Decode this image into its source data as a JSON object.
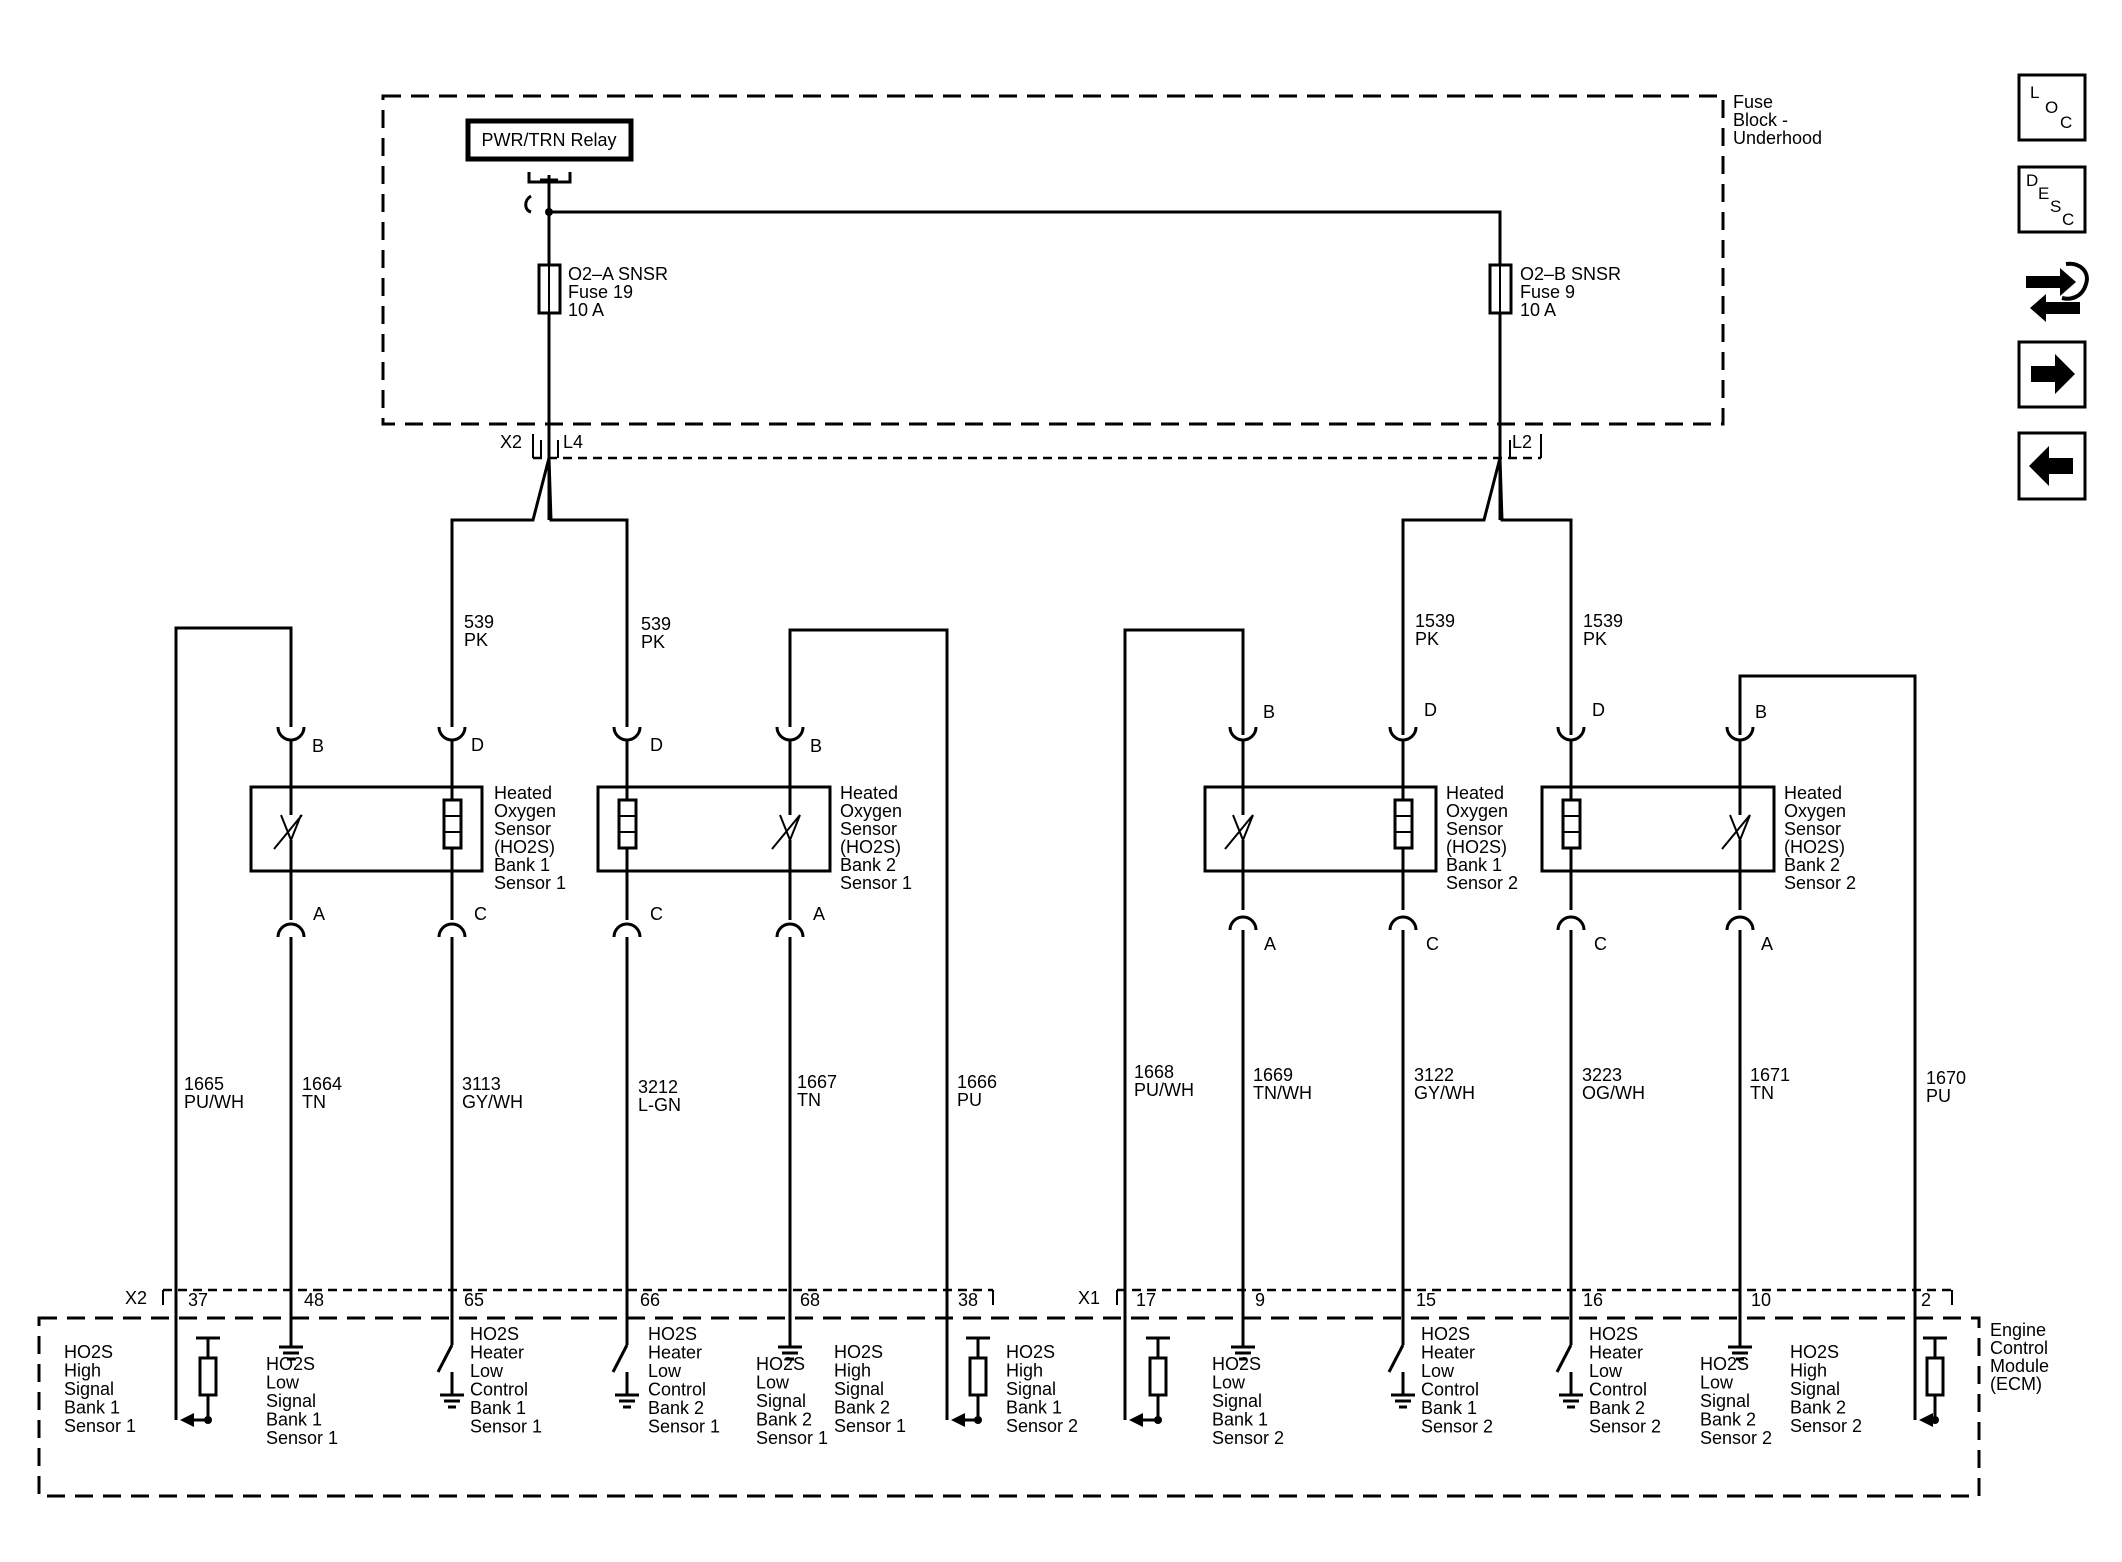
{
  "fuse_block": {
    "title_lines": [
      "Fuse",
      "Block -",
      "Underhood"
    ],
    "relay_label": "PWR/TRN Relay",
    "fuse_a": [
      "O2–A SNSR",
      "Fuse 19",
      "10 A"
    ],
    "fuse_b": [
      "O2–B SNSR",
      "Fuse 9",
      "10 A"
    ],
    "connector_x2": "X2",
    "pin_l4": "L4",
    "pin_l2": "L2"
  },
  "ecm": {
    "title_lines": [
      "Engine",
      "Control",
      "Module",
      "(ECM)"
    ],
    "connector_x2": "X2",
    "connector_x1": "X1",
    "pins": [
      "37",
      "48",
      "65",
      "66",
      "68",
      "38",
      "17",
      "9",
      "15",
      "16",
      "10",
      "2"
    ],
    "terminals": [
      [
        "HO2S",
        "High",
        "Signal",
        "Bank 1",
        "Sensor 1"
      ],
      [
        "HO2S",
        "Low",
        "Signal",
        "Bank 1",
        "Sensor 1"
      ],
      [
        "HO2S",
        "Heater",
        "Low",
        "Control",
        "Bank 1",
        "Sensor 1"
      ],
      [
        "HO2S",
        "Heater",
        "Low",
        "Control",
        "Bank 2",
        "Sensor 1"
      ],
      [
        "HO2S",
        "Low",
        "Signal",
        "Bank 2",
        "Sensor 1"
      ],
      [
        "HO2S",
        "High",
        "Signal",
        "Bank 2",
        "Sensor 1"
      ],
      [
        "HO2S",
        "High",
        "Signal",
        "Bank 1",
        "Sensor 2"
      ],
      [
        "HO2S",
        "Low",
        "Signal",
        "Bank 1",
        "Sensor 2"
      ],
      [
        "HO2S",
        "Heater",
        "Low",
        "Control",
        "Bank 1",
        "Sensor 2"
      ],
      [
        "HO2S",
        "Heater",
        "Low",
        "Control",
        "Bank 2",
        "Sensor 2"
      ],
      [
        "HO2S",
        "Low",
        "Signal",
        "Bank 2",
        "Sensor 2"
      ],
      [
        "HO2S",
        "High",
        "Signal",
        "Bank 2",
        "Sensor 2"
      ]
    ]
  },
  "sensors": [
    {
      "label": [
        "Heated",
        "Oxygen",
        "Sensor",
        "(HO2S)",
        "Bank 1",
        "Sensor 1"
      ],
      "pin_top_signal": "B",
      "pin_top_heater": "D",
      "pin_bottom_signal": "A",
      "pin_bottom_heater": "C"
    },
    {
      "label": [
        "Heated",
        "Oxygen",
        "Sensor",
        "(HO2S)",
        "Bank 2",
        "Sensor 1"
      ],
      "pin_top_signal": "B",
      "pin_top_heater": "D",
      "pin_bottom_signal": "A",
      "pin_bottom_heater": "C"
    },
    {
      "label": [
        "Heated",
        "Oxygen",
        "Sensor",
        "(HO2S)",
        "Bank 1",
        "Sensor 2"
      ],
      "pin_top_signal": "B",
      "pin_top_heater": "D",
      "pin_bottom_signal": "A",
      "pin_bottom_heater": "C"
    },
    {
      "label": [
        "Heated",
        "Oxygen",
        "Sensor",
        "(HO2S)",
        "Bank 2",
        "Sensor 2"
      ],
      "pin_top_signal": "B",
      "pin_top_heater": "D",
      "pin_bottom_signal": "A",
      "pin_bottom_heater": "C"
    }
  ],
  "wires": {
    "supply": [
      [
        "539",
        "PK"
      ],
      [
        "539",
        "PK"
      ],
      [
        "1539",
        "PK"
      ],
      [
        "1539",
        "PK"
      ]
    ],
    "ecm_side": [
      [
        "1665",
        "PU/WH"
      ],
      [
        "1664",
        "TN"
      ],
      [
        "3113",
        "GY/WH"
      ],
      [
        "3212",
        "L-GN"
      ],
      [
        "1667",
        "TN"
      ],
      [
        "1666",
        "PU"
      ],
      [
        "1668",
        "PU/WH"
      ],
      [
        "1669",
        "TN/WH"
      ],
      [
        "3122",
        "GY/WH"
      ],
      [
        "3223",
        "OG/WH"
      ],
      [
        "1671",
        "TN"
      ],
      [
        "1670",
        "PU"
      ]
    ]
  },
  "nav": {
    "loc_letters": [
      "L",
      "O",
      "C"
    ],
    "desc_letters": [
      "D",
      "E",
      "S",
      "C"
    ],
    "icons": [
      "loc-icon",
      "desc-icon",
      "connector-views-icon",
      "next-arrow-icon",
      "previous-arrow-icon"
    ]
  }
}
